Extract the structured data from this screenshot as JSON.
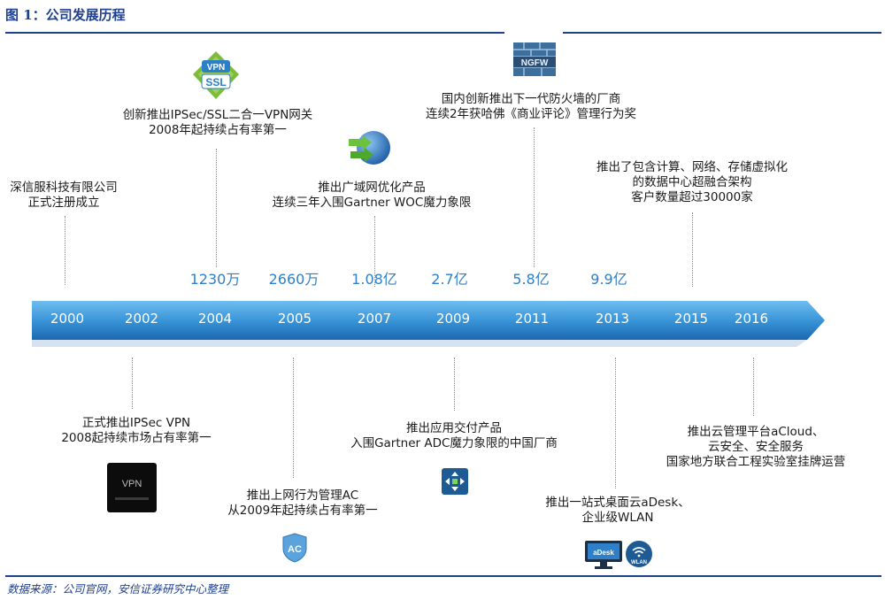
{
  "header": {
    "title": "图 1：公司发展历程"
  },
  "footer": {
    "source": "数据来源：公司官网，安信证券研究中心整理"
  },
  "timeline": {
    "years": [
      "2000",
      "2002",
      "2004",
      "2005",
      "2007",
      "2009",
      "2011",
      "2013",
      "2015",
      "2016"
    ],
    "revenues": [
      "1230万",
      "2660万",
      "1.08亿",
      "2.7亿",
      "5.8亿",
      "9.9亿"
    ],
    "colors": {
      "arrow_top": "#4aa6e0",
      "arrow_bottom": "#1f6fb8",
      "revenue_text": "#2f7fc9"
    }
  },
  "events_top": {
    "e2000": [
      "深信服科技有限公司",
      "正式注册成立"
    ],
    "e2004": [
      "创新推出IPSec/SSL二合一VPN网关",
      "2008年起持续占有率第一"
    ],
    "e2007": [
      "推出广域网优化产品",
      "连续三年入围Gartner WOC魔力象限"
    ],
    "e2011": [
      "国内创新推出下一代防火墙的厂商",
      "连续2年获哈佛《商业评论》管理行为奖"
    ],
    "e2015": [
      "推出了包含计算、网络、存储虚拟化",
      "的数据中心超融合架构",
      "客户数量超过30000家"
    ]
  },
  "events_bottom": {
    "e2002": [
      "正式推出IPSec VPN",
      "2008起持续市场占有率第一"
    ],
    "e2005": [
      "推出上网行为管理AC",
      "从2009年起持续占有率第一"
    ],
    "e2009": [
      "推出应用交付产品",
      "入围Gartner ADC魔力象限的中国厂商"
    ],
    "e2013": [
      "推出一站式桌面云aDesk、",
      "企业级WLAN"
    ],
    "e2016": [
      "推出云管理平台aCloud、",
      "云安全、安全服务",
      "国家地方联合工程实验室挂牌运营"
    ]
  },
  "icons": {
    "vpn_ssl": {
      "line1": "VPN",
      "line2": "SSL"
    },
    "ngfw": "NGFW",
    "vpn_dark": "VPN",
    "ac": "AC",
    "adesk": "aDesk",
    "wlan": "WLAN"
  }
}
